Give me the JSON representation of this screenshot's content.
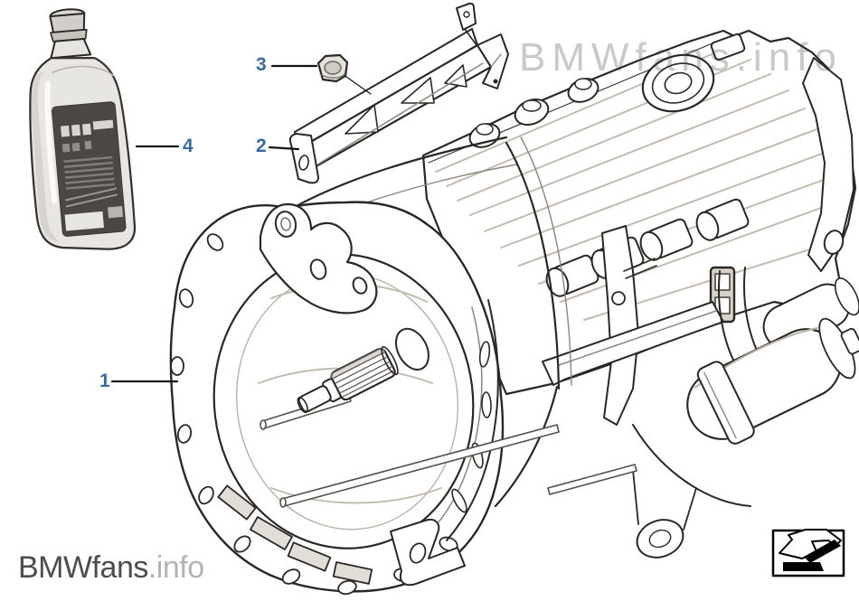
{
  "watermark": {
    "text": "BMWfans.info",
    "color": "#c9c9c9"
  },
  "footer_brand": {
    "name": "BMWfans",
    "tld": ".info",
    "name_color": "#4d4d4d",
    "tld_color": "#b3b3b3"
  },
  "callouts": [
    {
      "label": "1"
    },
    {
      "label": "2"
    },
    {
      "label": "3"
    },
    {
      "label": "4"
    }
  ],
  "callout_color": "#3a6b9c",
  "icons": {
    "bottom_right": "return-arrow-icon"
  },
  "figures": [
    "oil-bottle-illustration",
    "mounting-bracket-illustration",
    "hex-nut-illustration",
    "manual-gearbox-illustration"
  ]
}
